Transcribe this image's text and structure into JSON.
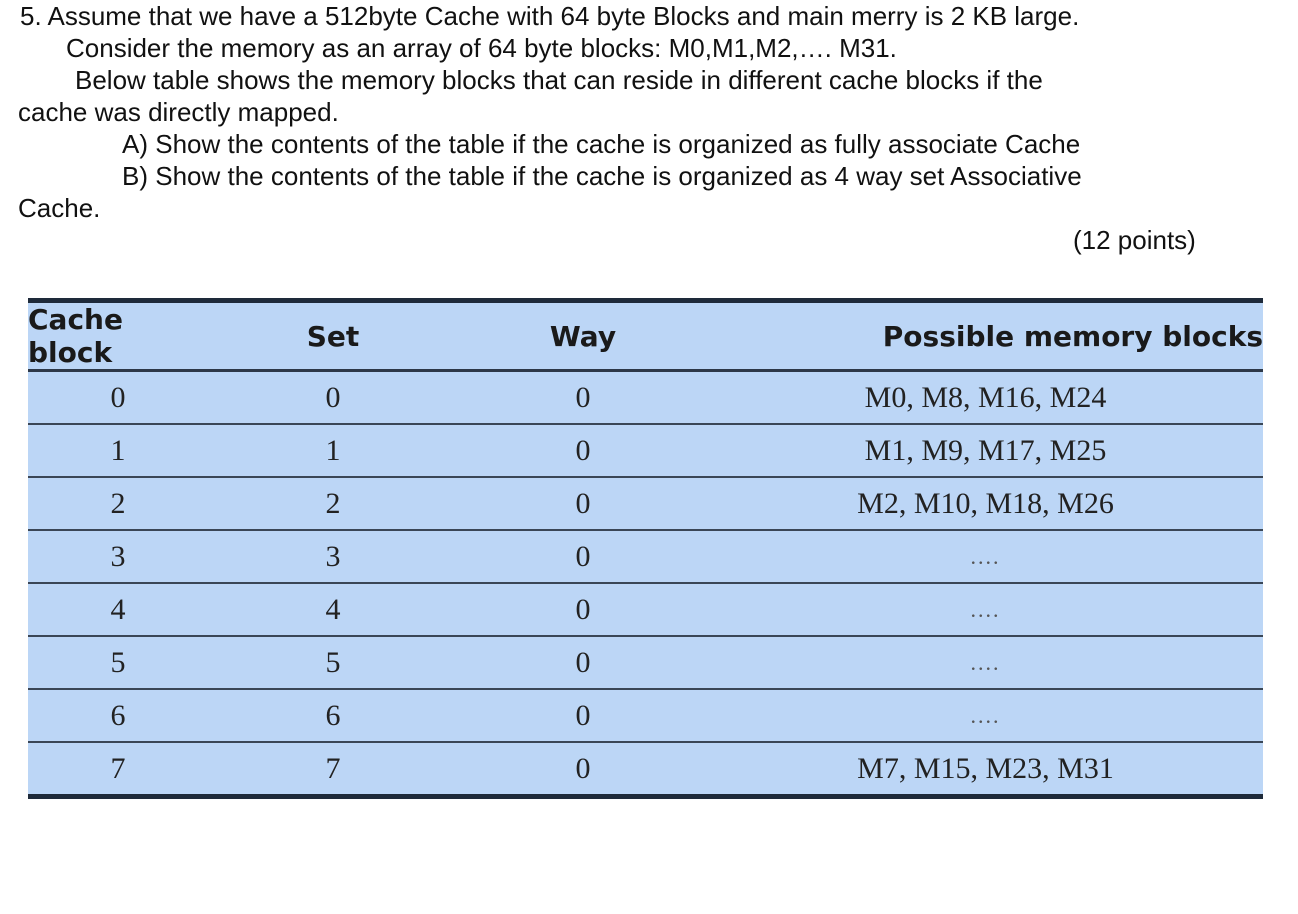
{
  "question": {
    "line1": "5.   Assume that we have a 512byte Cache with 64 byte Blocks and main merry is 2 KB large.",
    "line2": "Consider the memory as an array of 64 byte blocks: M0,M1,M2,…. M31.",
    "line3": "Below table shows the memory blocks that can reside in different cache blocks if the",
    "line4": "cache was directly mapped.",
    "partA": "A) Show the contents of the table if the cache is organized as fully associate Cache",
    "partB": "B)  Show the contents of the table if the cache is organized as 4 way set Associative",
    "partB_cont": "Cache.",
    "points": "(12 points)"
  },
  "table": {
    "headers": {
      "cache_block": "Cache block",
      "set": "Set",
      "way": "Way",
      "memory": "Possible memory blocks"
    },
    "rows": [
      {
        "block": "0",
        "set": "0",
        "way": "0",
        "memory": "M0, M8, M16, M24"
      },
      {
        "block": "1",
        "set": "1",
        "way": "0",
        "memory": "M1, M9, M17, M25"
      },
      {
        "block": "2",
        "set": "2",
        "way": "0",
        "memory": "M2, M10, M18, M26"
      },
      {
        "block": "3",
        "set": "3",
        "way": "0",
        "memory": "...."
      },
      {
        "block": "4",
        "set": "4",
        "way": "0",
        "memory": "...."
      },
      {
        "block": "5",
        "set": "5",
        "way": "0",
        "memory": "...."
      },
      {
        "block": "6",
        "set": "6",
        "way": "0",
        "memory": "...."
      },
      {
        "block": "7",
        "set": "7",
        "way": "0",
        "memory": "M7, M15, M23, M31"
      }
    ]
  }
}
